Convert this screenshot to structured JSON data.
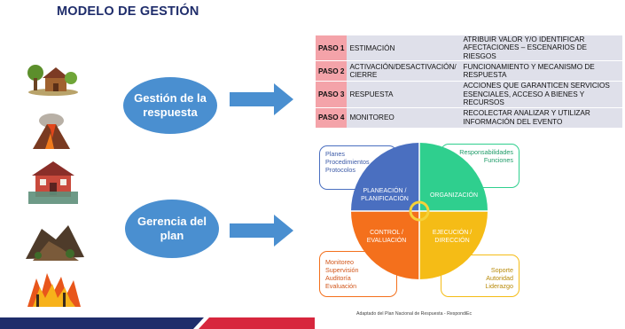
{
  "title": "MODELO DE GESTIÓN",
  "ovals": [
    {
      "label": "Gestión de la respuesta"
    },
    {
      "label": "Gerencia del plan"
    }
  ],
  "icons": [
    "house-tree-icon",
    "volcano-icon",
    "flooded-house-icon",
    "landslide-icon",
    "wildfire-icon"
  ],
  "pasos": [
    {
      "paso": "PASO 1",
      "fase": "ESTIMACIÓN",
      "descripcion": "ATRIBUIR VALOR Y/O IDENTIFICAR AFECTACIONES – ESCENARIOS DE RIESGOS"
    },
    {
      "paso": "PASO 2",
      "fase": "ACTIVACIÓN/DESACTIVACIÓN/CIERRE",
      "descripcion": "FUNCIONAMIENTO Y MECANISMO DE RESPUESTA"
    },
    {
      "paso": "PASO 3",
      "fase": "RESPUESTA",
      "descripcion": "ACCIONES QUE GARANTICEN SERVICIOS ESENCIALES, ACCESO A BIENES Y RECURSOS"
    },
    {
      "paso": "PASO 4",
      "fase": "MONITOREO",
      "descripcion": "RECOLECTAR ANALIZAR Y UTILIZAR INFORMACIÓN DEL EVENTO"
    }
  ],
  "cycle": {
    "quadrants": [
      {
        "label": "PLANEACIÓN / PLANIFICACIÓN",
        "color": "#4a6fc0"
      },
      {
        "label": "ORGANIZACIÓN",
        "color": "#2fcf8e"
      },
      {
        "label": "EJECUCIÓN / DIRECCIÓN",
        "color": "#f5bc16"
      },
      {
        "label": "CONTROL / EVALUACIÓN",
        "color": "#f4701c"
      }
    ],
    "boxes": {
      "top_left": [
        "Planes",
        "Procedimientos",
        "Protocolos"
      ],
      "top_right": [
        "Responsabilidades",
        "Funciones"
      ],
      "bottom_right": [
        "Soporte",
        "Autoridad",
        "Liderazgo"
      ],
      "bottom_left": [
        "Monitoreo",
        "Supervisión",
        "Auditoría",
        "Evaluación"
      ]
    }
  },
  "credit": "Adaptado del Plan Nacional de Respuesta - RespondiEc",
  "colors": {
    "title": "#1f2d6b",
    "oval": "#4a8fd0",
    "paso": "#f4a3a9",
    "row": "#dfe0ea",
    "bar_navy": "#1f2d6b",
    "bar_red": "#d7263d"
  }
}
